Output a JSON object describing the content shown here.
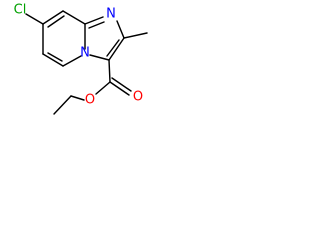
{
  "molecule": {
    "atoms": {
      "chlorine": "Cl",
      "imidazole_nitrogen": "N",
      "bridgehead_nitrogen": "N",
      "carbonyl_oxygen": "O",
      "ester_oxygen": "O"
    },
    "colors": {
      "bond": "#000000",
      "chlorine": "#00a000",
      "nitrogen": "#0000ff",
      "oxygen": "#ff0000"
    }
  }
}
